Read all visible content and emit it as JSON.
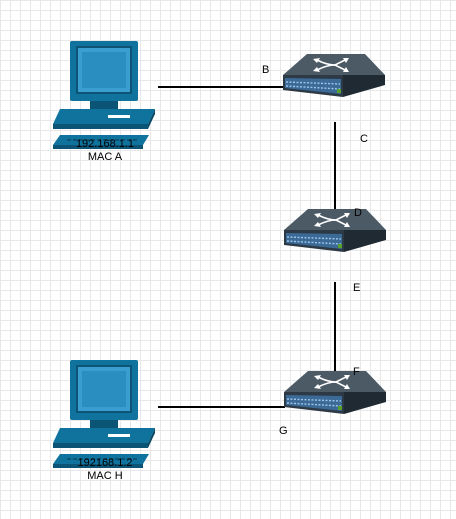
{
  "computers": [
    {
      "ip": "192.168.1.1",
      "mac": "MAC A"
    },
    {
      "ip": "192168.1.2",
      "mac": "MAC H"
    }
  ],
  "port_labels": {
    "b": "B",
    "c": "C",
    "d": "D",
    "e": "E",
    "f": "F",
    "g": "G"
  },
  "colors": {
    "computer_body": "#10739e",
    "computer_dark": "#0b5475",
    "screen": "#2b8ec1",
    "switch_top": "#4c5a66",
    "switch_front": "#2d3a45",
    "switch_side": "#1f2a33",
    "switch_ports": "#5b9bd5",
    "switch_light": "#5aa02c",
    "link": "#000000"
  }
}
